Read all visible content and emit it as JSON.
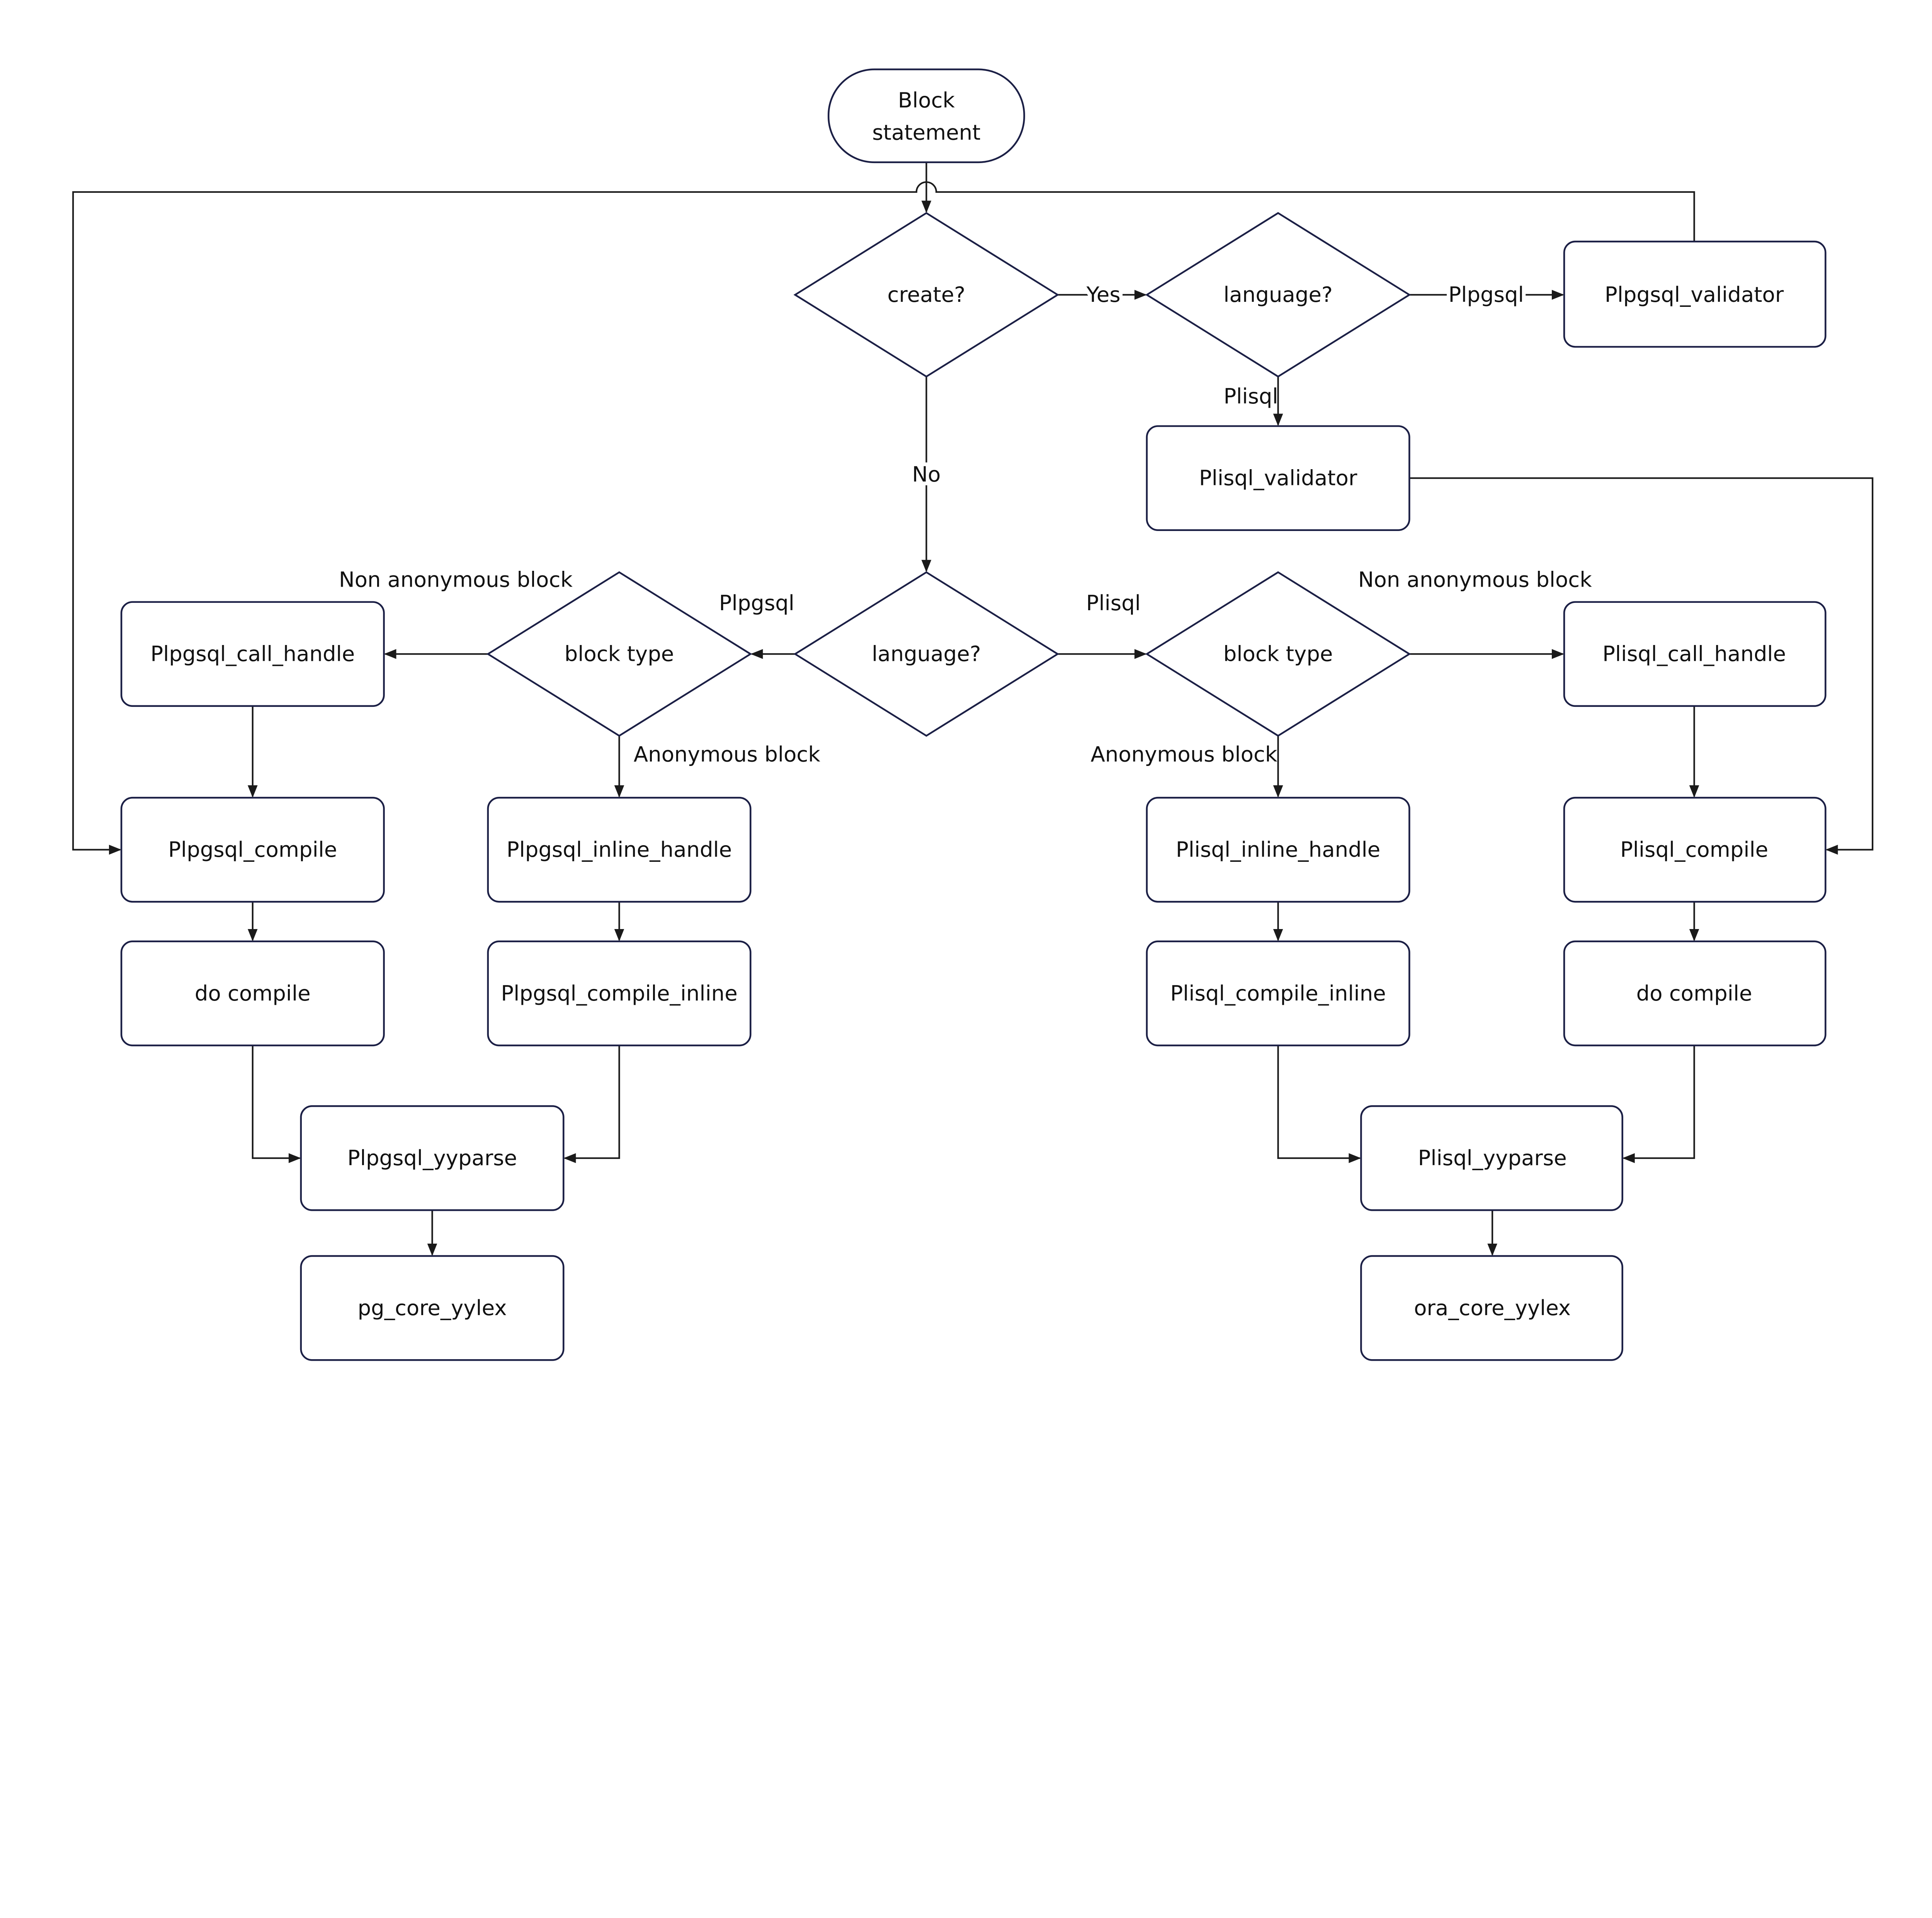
{
  "diagram": {
    "start": {
      "line1": "Block",
      "line2": "statement"
    },
    "decisions": {
      "create": "create?",
      "language_top": "language?",
      "language_mid": "language?",
      "block_type_left": "block type",
      "block_type_right": "block type"
    },
    "processes": {
      "plpgsql_validator": "Plpgsql_validator",
      "plisql_validator": "Plisql_validator",
      "plpgsql_call_handle": "Plpgsql_call_handle",
      "plisql_call_handle": "Plisql_call_handle",
      "plpgsql_compile": "Plpgsql_compile",
      "plpgsql_inline_handle": "Plpgsql_inline_handle",
      "plisql_inline_handle": "Plisql_inline_handle",
      "plisql_compile": "Plisql_compile",
      "do_compile_left": "do compile",
      "plpgsql_compile_inline": "Plpgsql_compile_inline",
      "plisql_compile_inline": "Plisql_compile_inline",
      "do_compile_right": "do compile",
      "plpgsql_yyparse": "Plpgsql_yyparse",
      "plisql_yyparse": "Plisql_yyparse",
      "pg_core_yylex": "pg_core_yylex",
      "ora_core_yylex": "ora_core_yylex"
    },
    "edge_labels": {
      "yes": "Yes",
      "no": "No",
      "plpgsql_top": "Plpgsql",
      "plisql_top": "Plisql",
      "plpgsql_mid": "Plpgsql",
      "plisql_mid": "Plisql",
      "non_anon_left": "Non anonymous block",
      "non_anon_right": "Non anonymous block",
      "anon_left": "Anonymous block",
      "anon_right": "Anonymous block"
    },
    "colors": {
      "stroke": "#1b1f45",
      "background": "#ffffff"
    }
  }
}
